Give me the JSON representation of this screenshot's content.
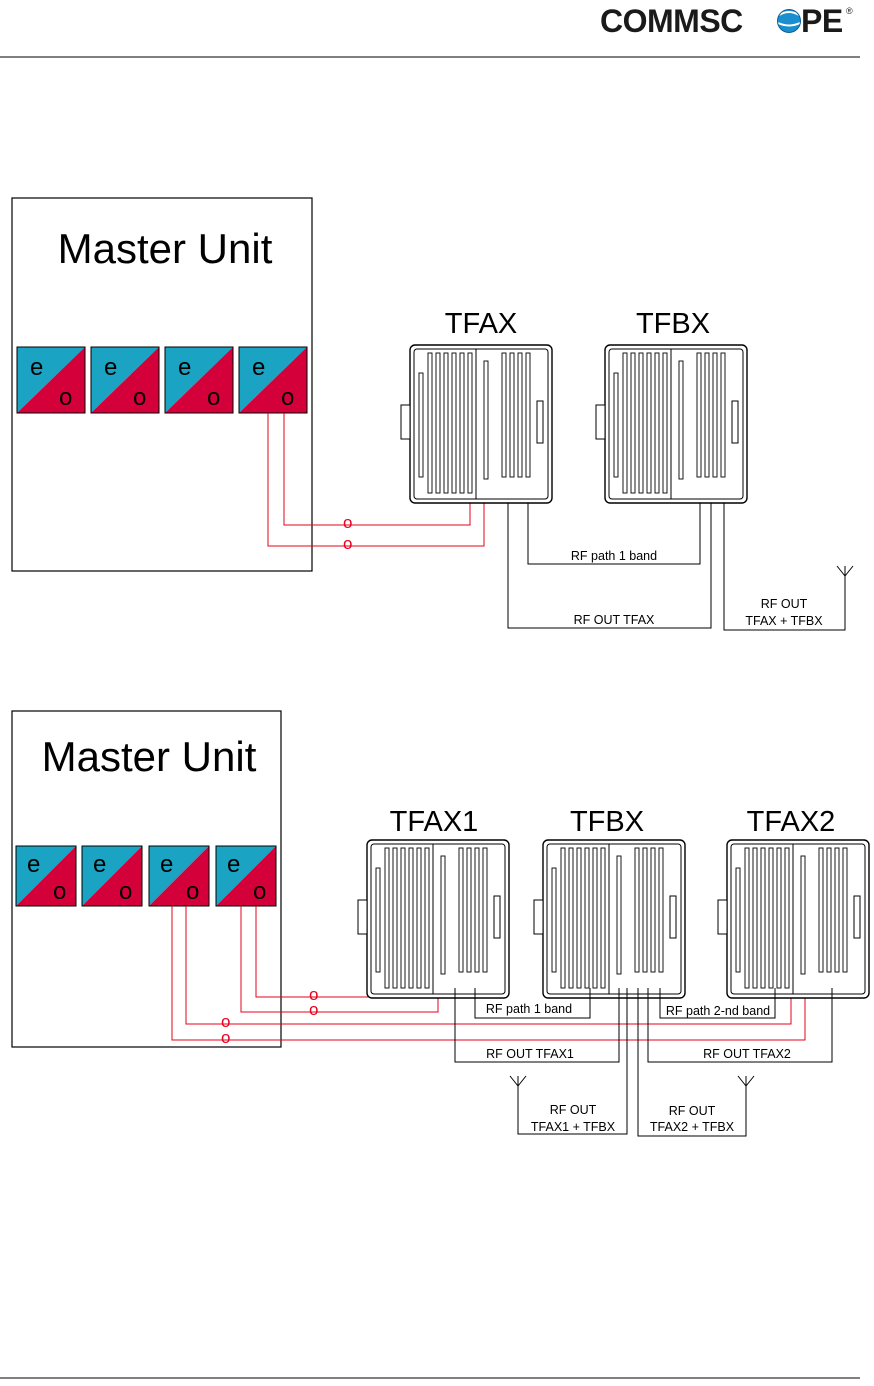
{
  "header": {
    "logo_part1": "COMMSC",
    "logo_part2": "PE",
    "logo_reg": "®"
  },
  "colors": {
    "teal": "#1aa3c2",
    "red": "#d4003a",
    "fiber": "#e8001c",
    "line": "#000000"
  },
  "diagram1": {
    "master_label": "Master Unit",
    "module_e": "e",
    "module_o": "o",
    "fiber_marker": "o",
    "unit_a_label": "TFAX",
    "unit_b_label": "TFBX",
    "rf_path": "RF path 1 band",
    "rf_out_a": "RF OUT TFAX",
    "rf_out_combined_l1": "RF OUT",
    "rf_out_combined_l2": "TFAX + TFBX"
  },
  "diagram2": {
    "master_label": "Master Unit",
    "module_e": "e",
    "module_o": "o",
    "fiber_marker": "o",
    "unit_a1_label": "TFAX1",
    "unit_b_label": "TFBX",
    "unit_a2_label": "TFAX2",
    "rf_path_1": "RF path 1 band",
    "rf_path_2": "RF path 2-nd band",
    "rf_out_a1": "RF OUT TFAX1",
    "rf_out_a2": "RF OUT TFAX2",
    "rf_out_c1_l1": "RF OUT",
    "rf_out_c1_l2": "TFAX1 + TFBX",
    "rf_out_c2_l1": "RF OUT",
    "rf_out_c2_l2": "TFAX2 + TFBX"
  }
}
